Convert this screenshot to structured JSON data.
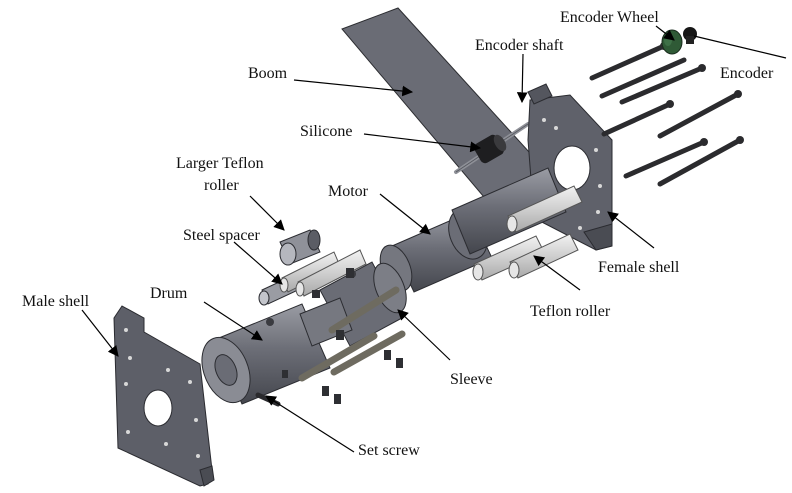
{
  "labels": {
    "encoder_wheel": "Encoder Wheel",
    "encoder_shaft": "Encoder shaft",
    "encoder": "Encoder",
    "boom": "Boom",
    "silicone": "Silicone",
    "larger_teflon_roller_line1": "Larger Teflon",
    "larger_teflon_roller_line2": "roller",
    "motor": "Motor",
    "steel_spacer": "Steel spacer",
    "female_shell": "Female shell",
    "male_shell": "Male shell",
    "drum": "Drum",
    "teflon_roller": "Teflon roller",
    "sleeve": "Sleeve",
    "set_screw": "Set screw"
  },
  "colors": {
    "part_dark": "#55575f",
    "part_mid": "#6e7079",
    "part_light": "#8c8e96",
    "teflon": "#d2d2d2",
    "encoder_green": "#2f5a36"
  }
}
